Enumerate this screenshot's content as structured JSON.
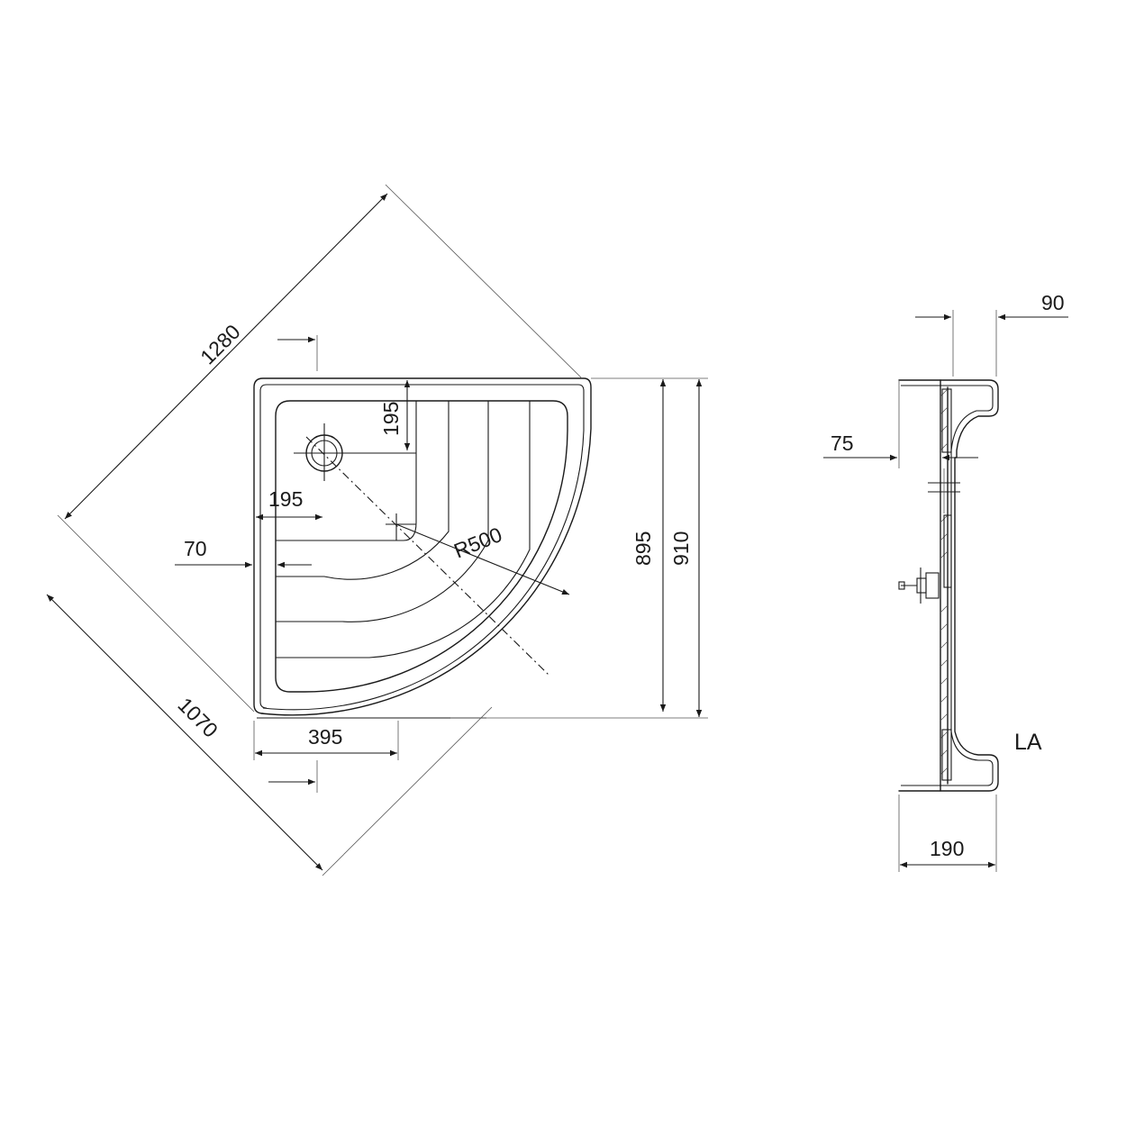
{
  "plan_view": {
    "dim_diagonal": "1280",
    "dim_depth_side": "1070",
    "dim_drain_y": "195",
    "dim_drain_x": "195",
    "dim_step_edge": "70",
    "dim_radius": "R500",
    "dim_inner_height": "895",
    "dim_total_height": "910",
    "dim_bottom_offset": "395"
  },
  "section_view": {
    "dim_top_width": "90",
    "dim_wall": "75",
    "dim_base_width": "190",
    "label": "LA"
  }
}
